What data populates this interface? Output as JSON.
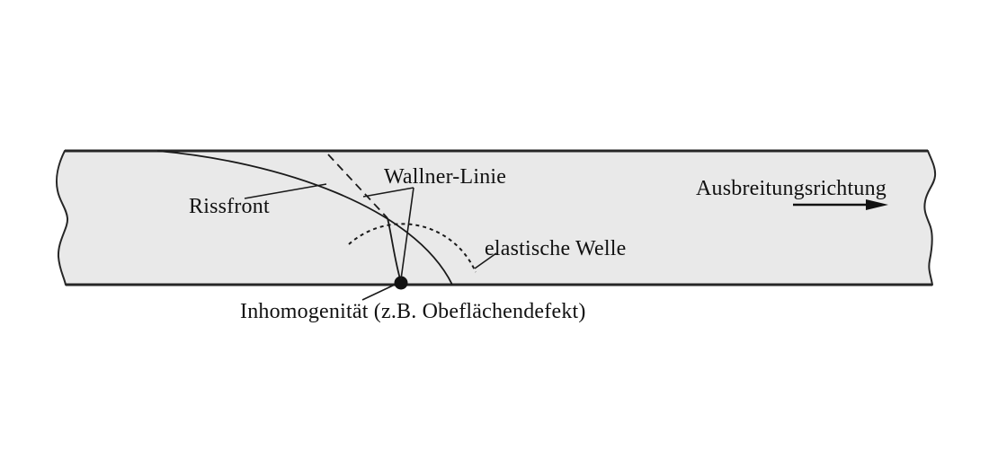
{
  "colors": {
    "background": "#ffffff",
    "band_fill": "#e9e9e9",
    "edge_line": "#262626",
    "line": "#1a1a1a",
    "text": "#111111"
  },
  "labels": {
    "crack_front": "Rissfront",
    "wallner_line": "Wallner-Linie",
    "elastic_wave": "elastische Welle",
    "propagation_direction": "Ausbreitungsrichtung",
    "inhomogeneity": "Inhomogenität (z.B. Obeflächendefekt)"
  }
}
